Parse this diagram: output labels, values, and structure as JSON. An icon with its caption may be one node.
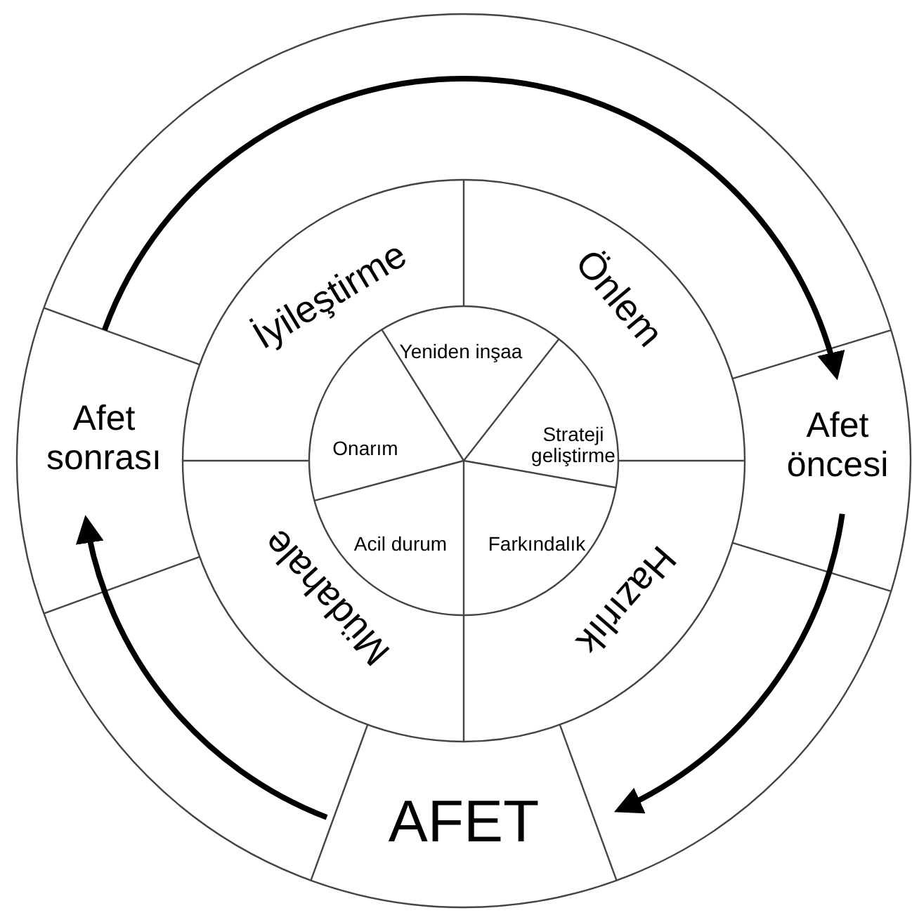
{
  "diagram": {
    "nodes": [
      {
        "text": [
          "Afet sonrası"
        ]
      },
      {
        "text": [
          "Afet öncesi"
        ]
      },
      {
        "text": [
          "AFET"
        ]
      },
      {
        "text": [
          "İyileştirme"
        ]
      },
      {
        "text": [
          "Önlem"
        ]
      },
      {
        "text": [
          "Hazırlık"
        ]
      },
      {
        "text": [
          "Müdahale"
        ]
      },
      {
        "text": [
          "Yeniden inşaa"
        ]
      },
      {
        "text": [
          "Strateji geliştirme"
        ]
      },
      {
        "text": [
          "Onarım"
        ]
      },
      {
        "text": [
          "Acil durum"
        ]
      },
      {
        "text": [
          "Farkındalık"
        ]
      }
    ],
    "edges": [
      {
        "from": 0,
        "to": 1,
        "arrow": "to"
      },
      {
        "from": 1,
        "to": 2,
        "arrow": "to"
      },
      {
        "from": 2,
        "to": 0,
        "arrow": "to"
      }
    ]
  }
}
